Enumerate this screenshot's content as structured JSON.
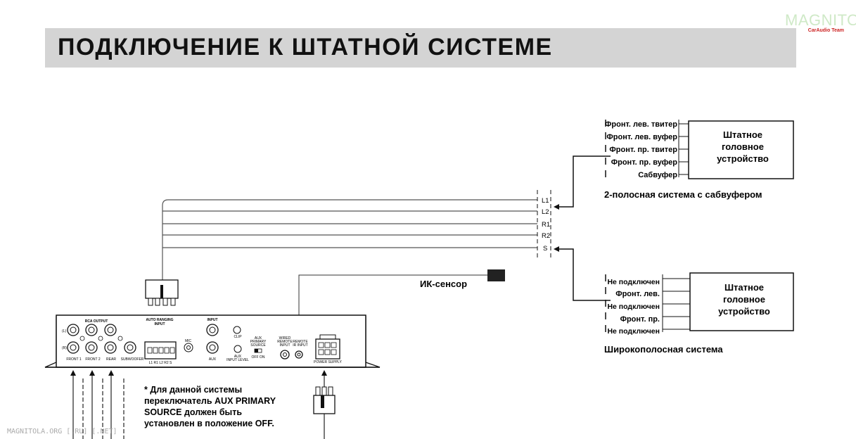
{
  "title": "ПОДКЛЮЧЕНИЕ К ШТАТНОЙ СИСТЕМЕ",
  "logo": {
    "main": "MAGNITOLA",
    "sub": "CarAudio Team"
  },
  "footer": "MAGNITOLA.ORG [.RU] [.NET]",
  "head_unit_top": {
    "label_lines": [
      "Штатное",
      "головное",
      "устройство"
    ],
    "outputs": [
      "Фронт. лев. твитер",
      "Фронт. лев. вуфер",
      "Фронт. пр. твитер",
      "Фронт. пр. вуфер",
      "Сабвуфер"
    ],
    "caption": "2-полосная система с сабвуфером"
  },
  "head_unit_bottom": {
    "label_lines": [
      "Штатное",
      "головное",
      "устройство"
    ],
    "outputs": [
      "Не подключен",
      "Фронт. лев.",
      "Не подключен",
      "Фронт. пр.",
      "Не подключен"
    ],
    "caption": "Широкополосная система"
  },
  "harness_labels": [
    "L1",
    "L2",
    "R1",
    "R2",
    "S"
  ],
  "ir_sensor": "ИК-сенсор",
  "amp": {
    "rca_output": "RCA OUTPUT",
    "auto_ranging": "AUTO RANGING",
    "auto_ranging_input": "INPUT",
    "input": "INPUT",
    "clip": "CLIP",
    "mic": "MIC",
    "aux": "AUX",
    "aux_primary": [
      "AUX",
      "PRIMARY",
      "SOURCE"
    ],
    "off_on": "OFF  ON",
    "aux_input_level": [
      "AUX",
      "INPUT LEVEL"
    ],
    "wired_remote": [
      "WIRED",
      "REMOTE",
      "INPUT"
    ],
    "ir_remote": [
      "REMOTE",
      "IR INPUT"
    ],
    "power_supply": "POWER SUPPLY",
    "front1": "FRONT 1",
    "front2": "FRONT 2",
    "rear": "REAR",
    "subwoofer": "SUBWOOFER",
    "pins": "L1  R1  L2  R2  S",
    "ch_l": "(L)",
    "ch_r": "(R)"
  },
  "note_lines": [
    "*  Для  данной  системы",
    "переключатель AUX PRIMARY",
    "SOURCE  должен  быть",
    "установлен в положение OFF."
  ]
}
